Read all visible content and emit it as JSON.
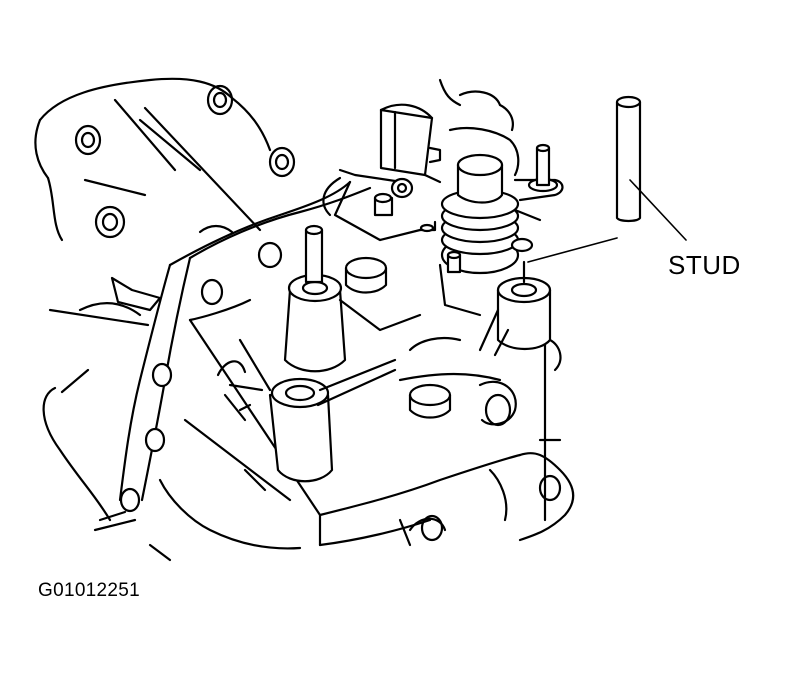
{
  "figure": {
    "callouts": [
      {
        "id": "stud",
        "text": "STUD"
      }
    ],
    "figure_id": "G01012251"
  }
}
